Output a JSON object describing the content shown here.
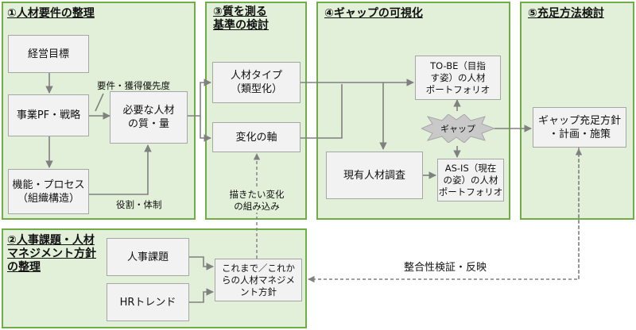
{
  "panels": {
    "p1_title": "①人材要件の整理",
    "p2_title": "②人事課題・人材\nマネジメント方針\nの整理",
    "p3_title": "③質を測る\n基準の検討",
    "p4_title": "④ギャップの可視化",
    "p5_title": "⑤充足方法検討"
  },
  "boxes": {
    "business_goal": "経営目標",
    "business_pf_strategy": "事業PF・戦略",
    "function_process": "機能・プロセス\n（組織構造）",
    "required_talent": "必要な人材\nの質・量",
    "talent_type": "人材タイプ\n（類型化）",
    "change_axis": "変化の軸",
    "to_be": "TO-BE（目指\nす姿）の人材\nポートフォリオ",
    "current_survey": "現有人材調査",
    "as_is": "AS-IS（現在\nの姿）の人材\nポートフォリオ",
    "gap_plan": "ギャップ充足方針\n・計画・施策",
    "hr_issues": "人事課題",
    "hr_trends": "HRトレンド",
    "mgmt_policy": "これまで／これか\nらの人材マネジメ\nント方針"
  },
  "labels": {
    "requirements_priority": "要件・獲得優先度",
    "roles_system": "役割・体制",
    "incorporate_change": "描きたい変化\nの組み込み",
    "consistency_check": "整合性検証・反映",
    "gap": "ギャップ"
  },
  "colors": {
    "panel_fill": "#e2f0d9",
    "panel_border": "#70ad47",
    "box_fill": "#f2f2f2",
    "box_border": "#a6a6a6",
    "arrow": "#808080"
  }
}
